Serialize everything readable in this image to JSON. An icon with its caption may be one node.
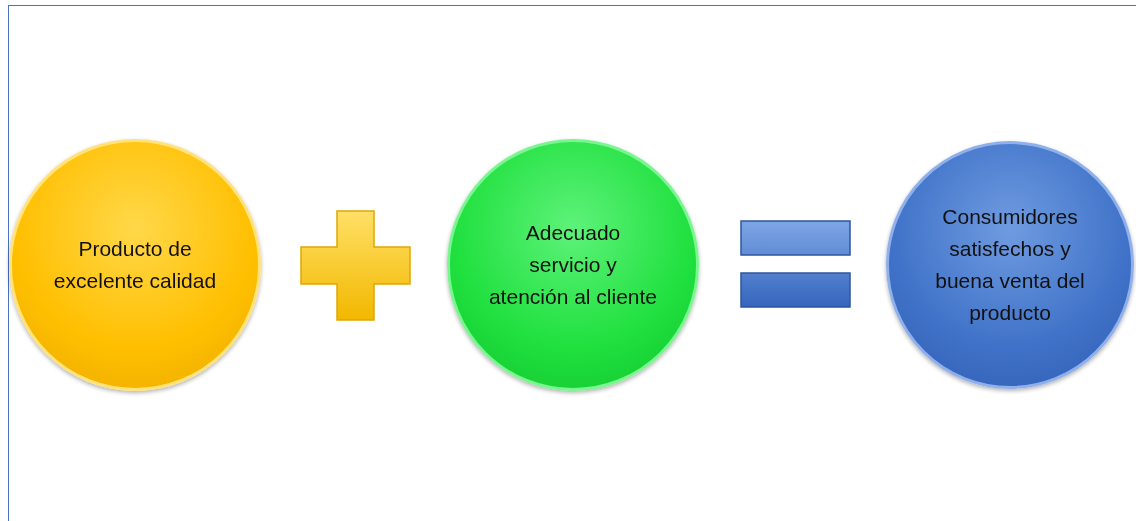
{
  "diagram": {
    "nodes": [
      {
        "text": [
          "Producto de excelente calidad"
        ]
      },
      {
        "text": [
          "Adecuado servicio y atención al cliente"
        ]
      },
      {
        "text": [
          "Consumidores satisfechos y buena venta del producto"
        ]
      }
    ]
  }
}
